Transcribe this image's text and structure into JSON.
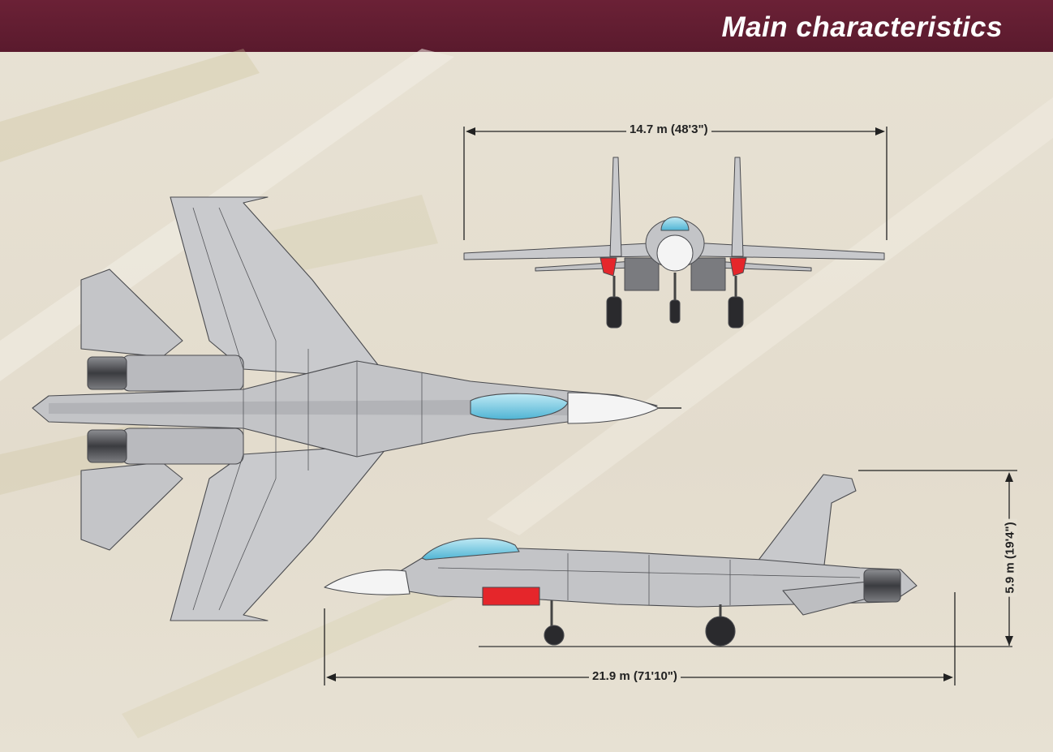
{
  "header": {
    "title": "Main characteristics"
  },
  "dimensions": {
    "wingspan": "14.7 m (48'3\")",
    "length": "21.9 m  (71'10\")",
    "height": "5.9 m (19'4\")"
  },
  "colors": {
    "header_bg": "#5e1b2f",
    "airframe": "#c8c9cc",
    "canopy": "#7fd0e6",
    "pod": "#e5262b",
    "radome": "#f2f2f2"
  }
}
